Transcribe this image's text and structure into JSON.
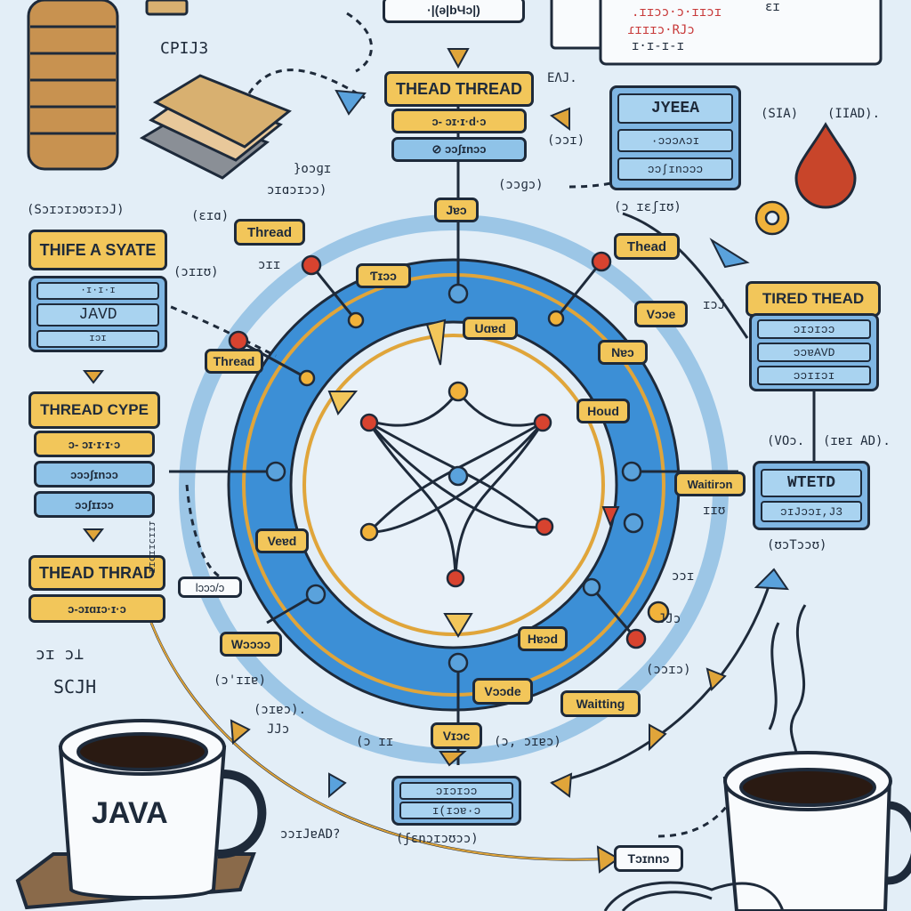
{
  "top": {
    "center_box": "·|(ə|bЧɔ|)",
    "thread_stack": [
      "THEAD THREAD",
      "ɔ- ɔɪ·ɪ·d·ɔ",
      "⊘ ɔɔʃɪnɔɔ"
    ],
    "jvm_panel": [
      "JYEEA",
      "·ɔɔɔʌɔɪ",
      "ɔɔʃɪnɔɔɔ"
    ],
    "code_panel": [
      ".ɪɪɔɔ·ɔ·ɪɪɔɪ",
      "ɾɪɪɪɔ·RJɔ",
      "ɪ·ɪ-ɪ-ɪ"
    ],
    "notes": [
      "EΛJ.",
      "(ɔɔɪ)",
      "(SIA)",
      "(IIAD).",
      "CPIJ3",
      "}oɔɡɪ",
      "ɔɪɑɔɪɔɔ)",
      "(ɔɔɡɔ)",
      "(ɔ ɪɛʃɪʊ)",
      "ɪɔJ",
      "ɛɪ"
    ]
  },
  "left": {
    "state_panel": [
      "THIFE A SYATE",
      "JAVD",
      "·ɪ·ɪ·ɪ",
      "ɪɔɪ"
    ],
    "thread_type": [
      "THREAD CYPE",
      "ɔ- ɔɪ·ɪ·ɪ·ɔ",
      "ɔɔɔʃɪnɔɔ",
      "ɔɔʃɪɪɔɔ"
    ],
    "thead_thread": [
      "THEAD THRAD",
      "ɔ-ɔɪɑɪɔ·ɪ·ɔ"
    ],
    "notes": [
      "(SɔɪɔɪɔʊɔɪɔJ)",
      "(ɛɪɑ)",
      "(ɔɪɪʊ)",
      "ɔɪɪ",
      "ɾɪɪɔɪɪɔɪɪ",
      "lɔɔɔ/ɔ",
      "ɔɪ ɔ⊥",
      "SCJH"
    ]
  },
  "ring_labels": [
    "Jɐɔ",
    "Thread",
    "Ƭɪɔɔ",
    "Thread",
    "Thead",
    "Vɔɔe",
    "Uɑɐd",
    "Nɐɔ",
    "Houd",
    "Waitirɔn",
    "Veɐd",
    "Wɔɔɔɔ",
    "Hɐɔd",
    "Vɔɔde",
    "Waitting",
    "Vɪɔc"
  ],
  "right": {
    "tired_panel": [
      "TIRED THEAD",
      "ɔɪɔɪɔɔ",
      "ɔɔɐAVD",
      "ɔɔɪɪɔɪ"
    ],
    "wted_panel": [
      "WTETD",
      "ɔɪJɔɔɪ,J3"
    ],
    "notes": [
      "(VOɔ.",
      "(ɪɐɪ AD).",
      "(ʊɔTɔɔʊ)",
      "ɪɪʊ",
      "ɔɔɪ"
    ]
  },
  "bottom": {
    "bottom_box": [
      "ɔɪɔɪɔɔ",
      "ɪ(ɪɔɐ·ɔ"
    ],
    "caption": "(ʃɛnɔɪɔʊɔɔ)",
    "tag": "Tɔɪnnɔ",
    "notes": [
      "(ɔ'ɪɪɐ)",
      "(ɔɪɐɔ).",
      "JJɔ",
      "(ɔ ɪɪ",
      "(ɔ, ɔɪɐɔ)",
      "(ɔɔɪɔ)",
      "JJɔ",
      "ɔɔɪJɐAD?"
    ],
    "mug_text": "JAVA"
  },
  "colors": {
    "background": "#e3eef7",
    "ring": "#3c8fd6",
    "ring_dark": "#2b6fb4",
    "ink": "#1e2a3a",
    "gold": "#e0a53a",
    "node_red": "#d8432f",
    "node_blue": "#5aa2dc",
    "node_gold": "#f1b23a",
    "coffee": "#2a1a12"
  }
}
